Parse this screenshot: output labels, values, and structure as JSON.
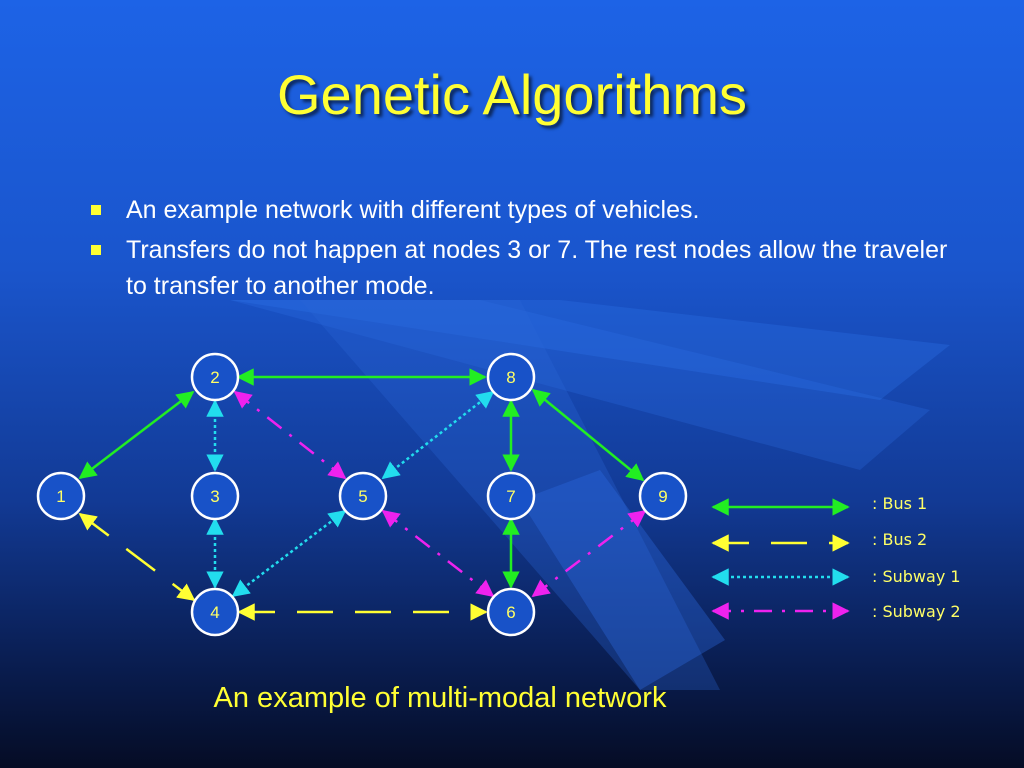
{
  "slide": {
    "title": "Genetic Algorithms",
    "bullets": [
      "An example network with different types of vehicles.",
      "Transfers do not happen at nodes 3 or 7.  The rest nodes allow the traveler to transfer to another mode."
    ],
    "caption": "An example of multi-modal network"
  },
  "colors": {
    "bus1": "#22ee22",
    "bus2": "#ffff33",
    "subway1": "#22ddee",
    "subway2": "#ee22ee",
    "node_fill": "#1852c8",
    "title": "#ffff33"
  },
  "diagram": {
    "nodes": [
      "1",
      "2",
      "3",
      "4",
      "5",
      "6",
      "7",
      "8",
      "9"
    ],
    "edges": [
      {
        "from": "1",
        "to": "2",
        "mode": "Bus 1"
      },
      {
        "from": "2",
        "to": "8",
        "mode": "Bus 1"
      },
      {
        "from": "8",
        "to": "7",
        "mode": "Bus 1"
      },
      {
        "from": "8",
        "to": "9",
        "mode": "Bus 1"
      },
      {
        "from": "7",
        "to": "6",
        "mode": "Bus 1"
      },
      {
        "from": "1",
        "to": "4",
        "mode": "Bus 2"
      },
      {
        "from": "4",
        "to": "6",
        "mode": "Bus 2"
      },
      {
        "from": "2",
        "to": "3",
        "mode": "Subway 1"
      },
      {
        "from": "3",
        "to": "4",
        "mode": "Subway 1"
      },
      {
        "from": "4",
        "to": "5",
        "mode": "Subway 1"
      },
      {
        "from": "5",
        "to": "8",
        "mode": "Subway 1"
      },
      {
        "from": "2",
        "to": "5",
        "mode": "Subway 2"
      },
      {
        "from": "5",
        "to": "6",
        "mode": "Subway 2"
      },
      {
        "from": "6",
        "to": "9",
        "mode": "Subway 2"
      }
    ],
    "legend": [
      ": Bus 1",
      ": Bus 2",
      ": Subway 1",
      ": Subway 2"
    ]
  }
}
